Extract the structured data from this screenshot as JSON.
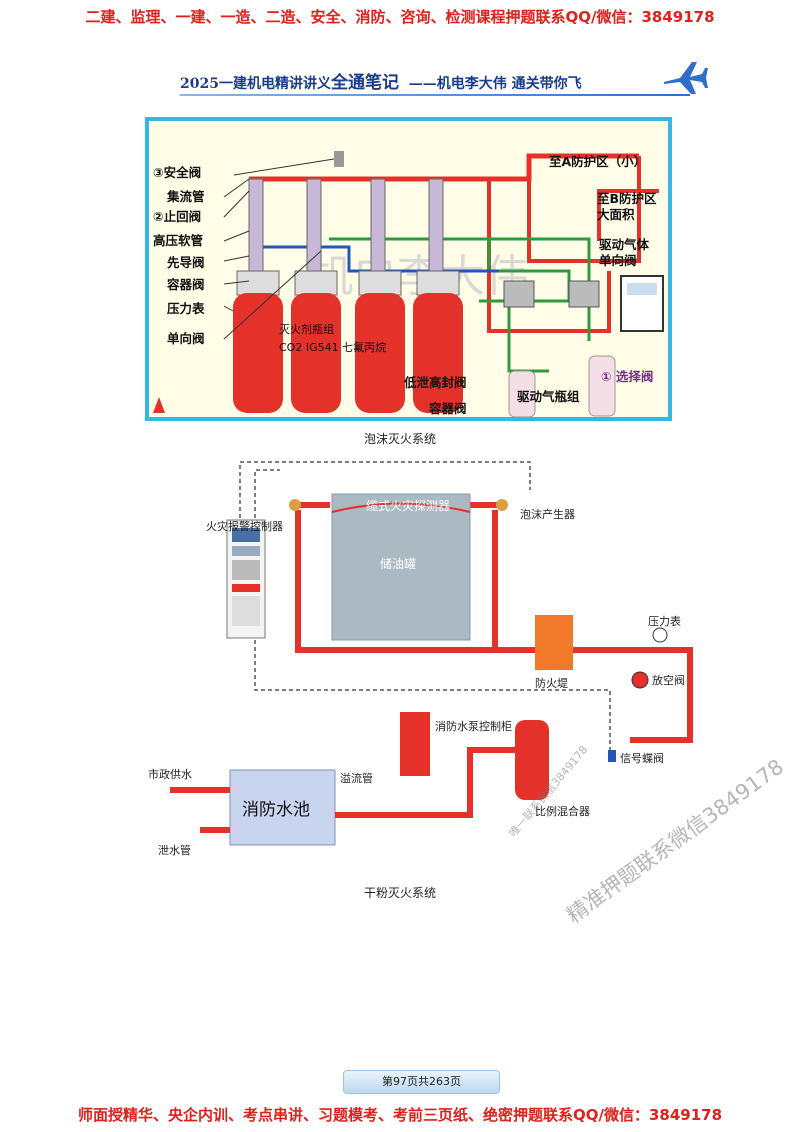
{
  "top_ad": "二建、监理、一建、一造、二造、安全、消防、咨询、检测课程押题联系QQ/微信：3849178",
  "header": {
    "title_prefix": "2025一建机电精讲讲义",
    "title_main": "全通笔记",
    "title_suffix": "——机电李大伟 通关带你飞"
  },
  "gas_diagram": {
    "left_labels": [
      "③安全阀",
      "集流管",
      "②止回阀",
      "高压软管",
      "先导阀",
      "容器阀",
      "压力表",
      "单向阀"
    ],
    "bottle_group": "灭火剂瓶组",
    "agents": "CO2 IG541 七氟丙烷",
    "zone_a": "至A防护区（小）",
    "zone_b_line1": "至B防护区",
    "zone_b_line2": "大面积",
    "drive_check_line1": "驱动气体",
    "drive_check_line2": "单向阀",
    "select_valve": "① 选择阀",
    "low_vent": "低泄高封阀",
    "container_valve": "容器阀",
    "drive_bottles": "驱动气瓶组",
    "watermark": "机电李大伟"
  },
  "caption_foam": "泡沫灭火系统",
  "foam_diagram": {
    "alarm_panel": "火灾报警控制器",
    "detector": "缆式火灾探测器",
    "tank": "储油罐",
    "generator": "泡沫产生器",
    "dike": "防火堤",
    "gauge": "压力表",
    "vent_valve": "放空阀",
    "signal_valve": "信号蝶阀",
    "pump_panel": "消防水泵控制柜",
    "city_water": "市政供水",
    "overflow": "溢流管",
    "pool": "消防水池",
    "drain": "泄水管",
    "proportioner": "比例混合器"
  },
  "caption_dry": "干粉灭火系统",
  "footer": "第97页共263页",
  "bottom_ad": "师面授精华、央企内训、考点串讲、习题模考、考前三页纸、绝密押题联系QQ/微信：3849178",
  "watermark_small": "唯一联系微信3849178",
  "watermark_large": "精准押题联系微信3849178",
  "colors": {
    "ad_red": "#e0201a",
    "pipe_red": "#e4322b",
    "frame_blue": "#33b8e8",
    "green_line": "#2e9a3a"
  }
}
